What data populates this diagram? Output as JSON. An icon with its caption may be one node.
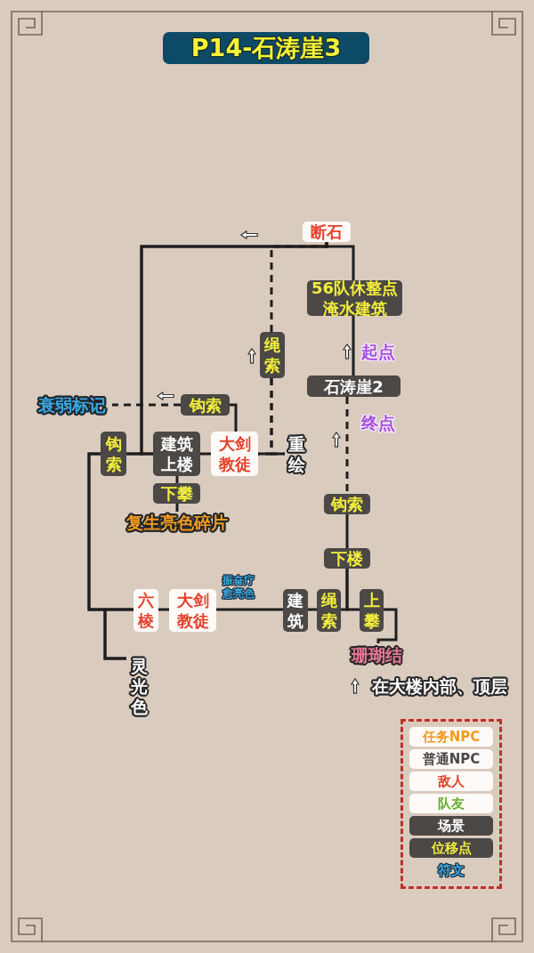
{
  "diagram": {
    "title": "P14-石涛崖3",
    "nodes": [
      {
        "text": [
          "断石"
        ]
      },
      {
        "text": [
          "56队休整点",
          "淹水建筑"
        ]
      },
      {
        "text": [
          "绳索"
        ]
      },
      {
        "text": [
          "石涛崖2"
        ]
      },
      {
        "text": [
          "钩索"
        ]
      },
      {
        "text": [
          "衰弱标记"
        ]
      },
      {
        "text": [
          "钩索"
        ]
      },
      {
        "text": [
          "建筑上楼"
        ]
      },
      {
        "text": [
          "大剑教徒"
        ]
      },
      {
        "text": [
          "重绘"
        ]
      },
      {
        "text": [
          "下攀"
        ]
      },
      {
        "text": [
          "复生亮色碎片"
        ]
      },
      {
        "text": [
          "钩索"
        ]
      },
      {
        "text": [
          "下楼"
        ]
      },
      {
        "text": [
          "六棱"
        ]
      },
      {
        "text": [
          "大剑教徒"
        ]
      },
      {
        "text": [
          "建筑"
        ]
      },
      {
        "text": [
          "绳索"
        ]
      },
      {
        "text": [
          "上攀"
        ]
      },
      {
        "text": [
          "珊瑚结"
        ]
      },
      {
        "text": [
          "灵光色"
        ]
      }
    ],
    "edges": [
      {
        "from": 0,
        "to": 1,
        "arrow": "none"
      },
      {
        "from": 0,
        "to": 6,
        "arrow": "none"
      },
      {
        "from": 0,
        "to": 7,
        "arrow": "none"
      },
      {
        "from": 2,
        "to": 0,
        "arrow": "none",
        "style": "dashed"
      },
      {
        "from": 1,
        "to": 3,
        "arrow": "none"
      },
      {
        "from": 2,
        "to": 8,
        "arrow": "none",
        "style": "dashed"
      },
      {
        "from": 2,
        "to": 9,
        "arrow": "none",
        "style": "dashed"
      },
      {
        "from": 3,
        "to": 12,
        "arrow": "none",
        "style": "dashed"
      },
      {
        "from": 4,
        "to": 8,
        "arrow": "none"
      },
      {
        "from": 4,
        "to": 5,
        "arrow": "none",
        "style": "dashed"
      },
      {
        "from": 6,
        "to": 7,
        "arrow": "none"
      },
      {
        "from": 7,
        "to": 8,
        "arrow": "none"
      },
      {
        "from": 8,
        "to": 9,
        "arrow": "none"
      },
      {
        "from": 7,
        "to": 10,
        "arrow": "none"
      },
      {
        "from": 10,
        "to": 11,
        "arrow": "none"
      },
      {
        "from": 12,
        "to": 13,
        "arrow": "none"
      },
      {
        "from": 13,
        "to": 17,
        "arrow": "none"
      },
      {
        "from": 13,
        "to": 18,
        "arrow": "none"
      },
      {
        "from": 17,
        "to": 16,
        "arrow": "none"
      },
      {
        "from": 16,
        "to": 15,
        "arrow": "none"
      },
      {
        "from": 15,
        "to": 14,
        "arrow": "none"
      },
      {
        "from": 14,
        "to": 6,
        "arrow": "none"
      },
      {
        "from": 14,
        "to": 20,
        "arrow": "none"
      },
      {
        "from": 18,
        "to": 19,
        "arrow": "none"
      },
      {
        "from": 6,
        "to": 20,
        "arrow": "none"
      }
    ],
    "labels": [
      "起点",
      "终点",
      "振奋疗愈亮色",
      "在大楼内部、顶层"
    ],
    "legend": [
      {
        "text": "任务NPC",
        "color": "#f39a1e"
      },
      {
        "text": "普通NPC",
        "color": "#4a4848"
      },
      {
        "text": "敌人",
        "color": "#e5402b"
      },
      {
        "text": "队友",
        "color": "#62ad2d"
      },
      {
        "text": "场景"
      },
      {
        "text": "位移点"
      },
      {
        "text": "符文",
        "color": "#3ba7e3"
      }
    ]
  }
}
